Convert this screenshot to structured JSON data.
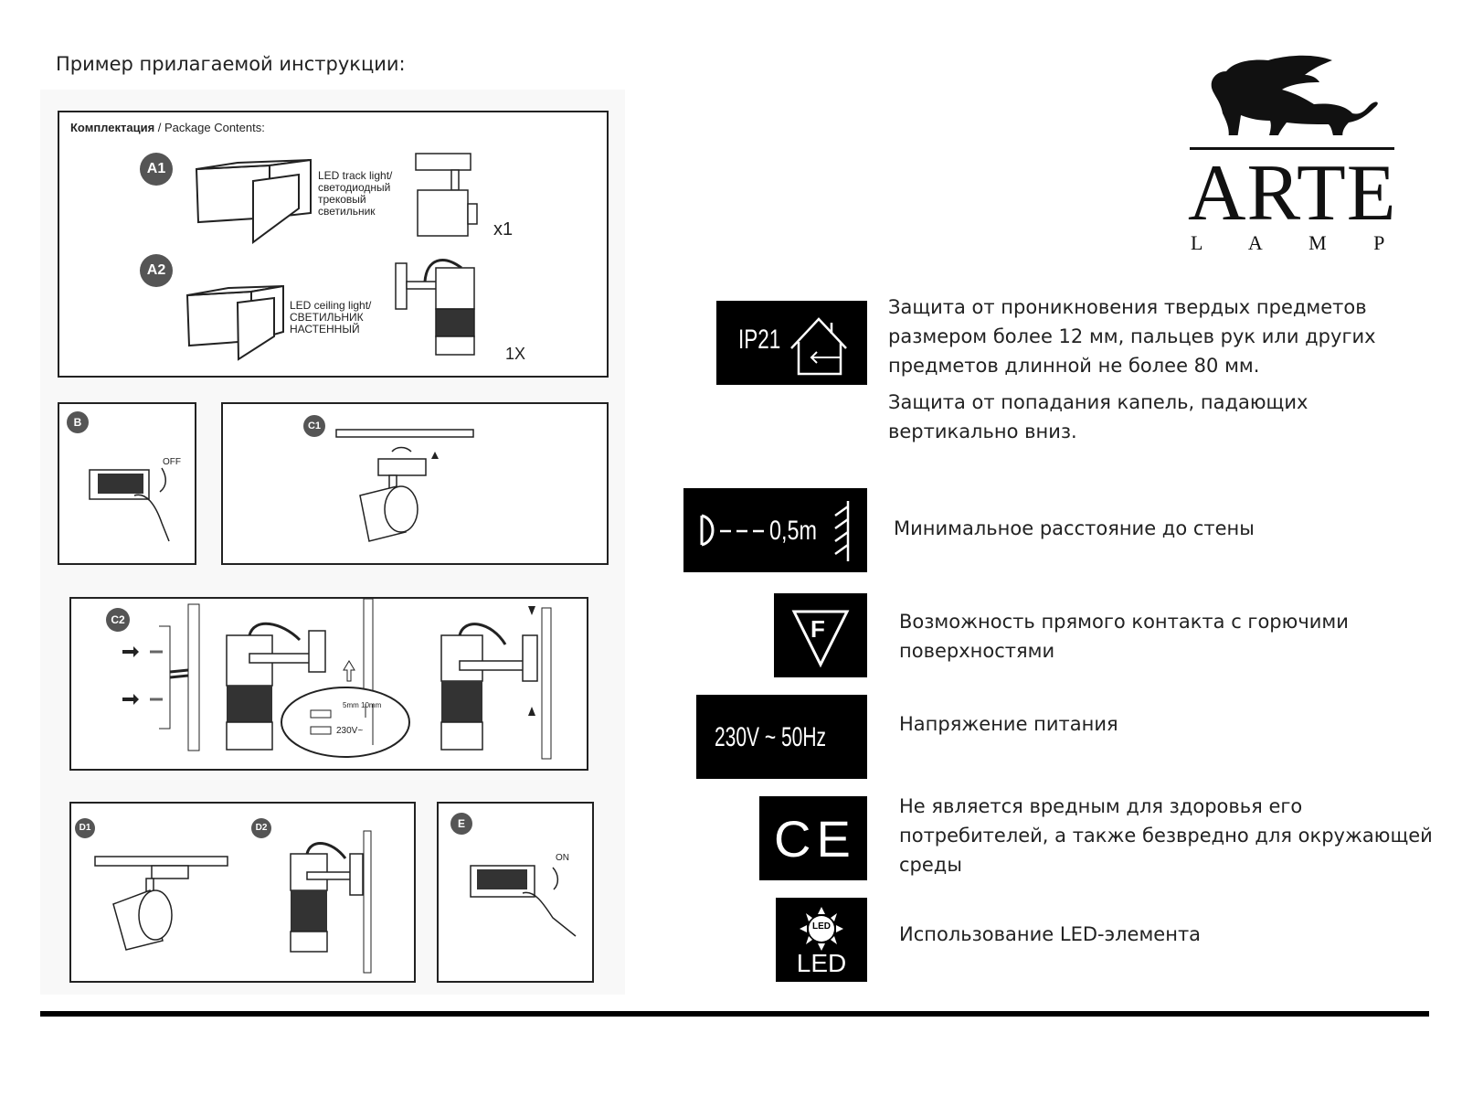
{
  "intro": "Пример прилагаемой инструкции:",
  "package": {
    "title_ru": "Комплектация",
    "title_en": " / Package Contents:",
    "a1_badge": "A1",
    "a1_label": "LED track light/\nсветодиодный\nтрековый\nсветильник",
    "a1_qty": "x1",
    "a2_badge": "A2",
    "a2_label": "LED ceiling light/\nСВЕТИЛЬНИК\nНАСТЕННЫЙ",
    "a2_qty": "1X"
  },
  "steps": {
    "b_badge": "B",
    "b_off": "OFF",
    "c1_badge": "C1",
    "c2_badge": "C2",
    "c2_5mm": "5mm",
    "c2_10mm": "10mm",
    "c2_voltage": "230V~",
    "d1_badge": "D1",
    "d2_badge": "D2",
    "e_badge": "E",
    "e_on": "ON"
  },
  "logo": {
    "name": "ARTE",
    "sub": "L A M P"
  },
  "icons": [
    {
      "icon": "ip21-icon",
      "label": "IP21",
      "text": "Защита от проникновения твердых предметов размером более 12 мм, пальцев рук или других предметов длинной не более 80 мм.",
      "text2": "Защита от попадания капель, падающих вертикально вниз."
    },
    {
      "icon": "wall-distance-icon",
      "label": "0,5m",
      "text": "Минимальное расстояние до стены"
    },
    {
      "icon": "flammable-f-icon",
      "label": "F",
      "text": "Возможность прямого контакта с горючими поверхностями"
    },
    {
      "icon": "voltage-icon",
      "label": "230V ~ 50Hz",
      "text": "Напряжение питания"
    },
    {
      "icon": "ce-mark-icon",
      "label": "CE",
      "text": "Не является вредным для здоровья его потребителей, а также безвредно для окружающей среды"
    },
    {
      "icon": "led-icon",
      "label": "LED",
      "label_small": "LED",
      "text": "Использование LED-элемента"
    }
  ]
}
